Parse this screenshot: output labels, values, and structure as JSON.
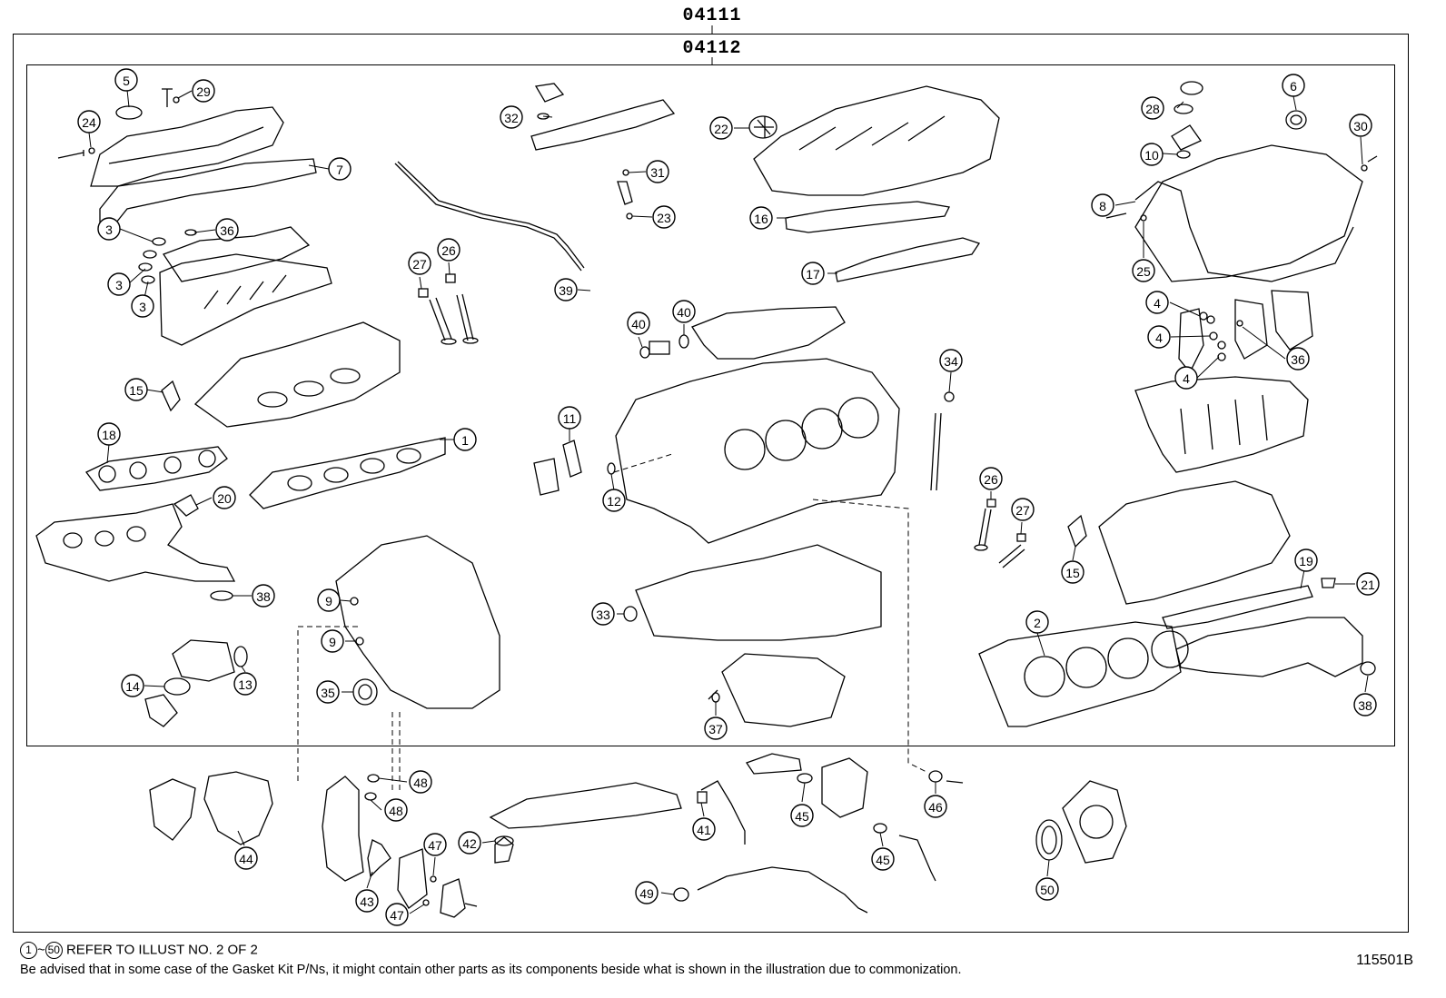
{
  "kits": {
    "outer": "04111",
    "inner": "04112"
  },
  "callouts": [
    {
      "id": "c1",
      "n": "1"
    },
    {
      "id": "c2",
      "n": "2"
    },
    {
      "id": "c3a",
      "n": "3"
    },
    {
      "id": "c3b",
      "n": "3"
    },
    {
      "id": "c3c",
      "n": "3"
    },
    {
      "id": "c4a",
      "n": "4"
    },
    {
      "id": "c4b",
      "n": "4"
    },
    {
      "id": "c4c",
      "n": "4"
    },
    {
      "id": "c5",
      "n": "5"
    },
    {
      "id": "c6",
      "n": "6"
    },
    {
      "id": "c7",
      "n": "7"
    },
    {
      "id": "c8",
      "n": "8"
    },
    {
      "id": "c9a",
      "n": "9"
    },
    {
      "id": "c9b",
      "n": "9"
    },
    {
      "id": "c10",
      "n": "10"
    },
    {
      "id": "c11",
      "n": "11"
    },
    {
      "id": "c12",
      "n": "12"
    },
    {
      "id": "c13",
      "n": "13"
    },
    {
      "id": "c14",
      "n": "14"
    },
    {
      "id": "c15a",
      "n": "15"
    },
    {
      "id": "c15b",
      "n": "15"
    },
    {
      "id": "c16",
      "n": "16"
    },
    {
      "id": "c17",
      "n": "17"
    },
    {
      "id": "c18",
      "n": "18"
    },
    {
      "id": "c19",
      "n": "19"
    },
    {
      "id": "c20",
      "n": "20"
    },
    {
      "id": "c21",
      "n": "21"
    },
    {
      "id": "c22",
      "n": "22"
    },
    {
      "id": "c23",
      "n": "23"
    },
    {
      "id": "c24",
      "n": "24"
    },
    {
      "id": "c25",
      "n": "25"
    },
    {
      "id": "c26a",
      "n": "26"
    },
    {
      "id": "c26b",
      "n": "26"
    },
    {
      "id": "c27a",
      "n": "27"
    },
    {
      "id": "c27b",
      "n": "27"
    },
    {
      "id": "c28",
      "n": "28"
    },
    {
      "id": "c29",
      "n": "29"
    },
    {
      "id": "c30",
      "n": "30"
    },
    {
      "id": "c31",
      "n": "31"
    },
    {
      "id": "c32",
      "n": "32"
    },
    {
      "id": "c33",
      "n": "33"
    },
    {
      "id": "c34",
      "n": "34"
    },
    {
      "id": "c35",
      "n": "35"
    },
    {
      "id": "c36a",
      "n": "36"
    },
    {
      "id": "c36b",
      "n": "36"
    },
    {
      "id": "c37",
      "n": "37"
    },
    {
      "id": "c38a",
      "n": "38"
    },
    {
      "id": "c38b",
      "n": "38"
    },
    {
      "id": "c39",
      "n": "39"
    },
    {
      "id": "c40a",
      "n": "40"
    },
    {
      "id": "c40b",
      "n": "40"
    },
    {
      "id": "c41",
      "n": "41"
    },
    {
      "id": "c42",
      "n": "42"
    },
    {
      "id": "c43",
      "n": "43"
    },
    {
      "id": "c44",
      "n": "44"
    },
    {
      "id": "c45a",
      "n": "45"
    },
    {
      "id": "c45b",
      "n": "45"
    },
    {
      "id": "c46",
      "n": "46"
    },
    {
      "id": "c47a",
      "n": "47"
    },
    {
      "id": "c47b",
      "n": "47"
    },
    {
      "id": "c48a",
      "n": "48"
    },
    {
      "id": "c48b",
      "n": "48"
    },
    {
      "id": "c49",
      "n": "49"
    },
    {
      "id": "c50",
      "n": "50"
    }
  ],
  "footer": {
    "range_start": "1",
    "range_sep": "~",
    "range_end": "50",
    "range_text": "REFER TO ILLUST NO. 2 OF 2",
    "note": "Be advised that in some case of the Gasket Kit P/Ns,  it might contain other parts as its components beside what is shown in the illustration due to commonization."
  },
  "illustration_id": "115501B"
}
